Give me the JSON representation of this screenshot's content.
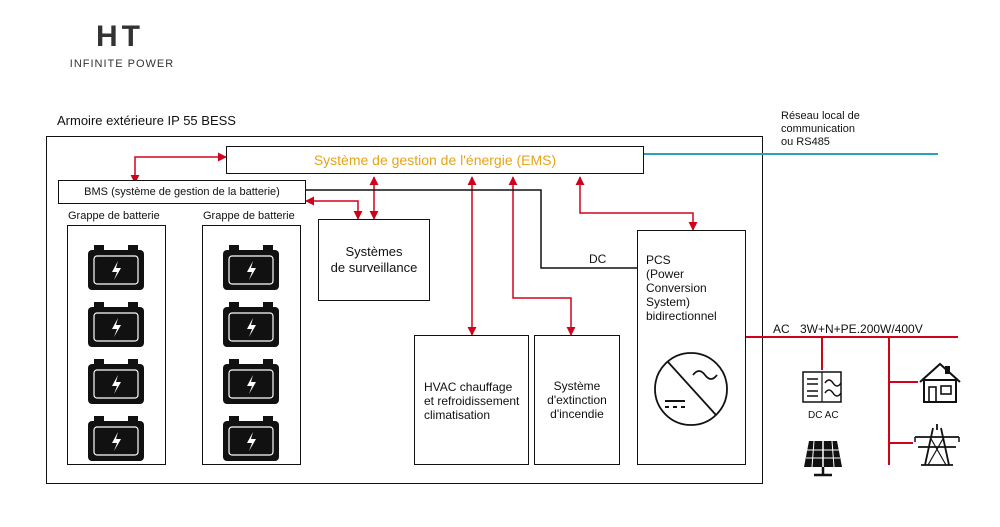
{
  "logo": {
    "mark": "HT",
    "tagline": "INFINITE POWER"
  },
  "cabinet_title": "Armoire extérieure IP 55 BESS",
  "network_label": "Réseau local de\ncommunication\nou RS485",
  "ems_label": "Système de gestion de l'énergie (EMS)",
  "bms_label": "BMS (système de gestion de la batterie)",
  "cluster1_label": "Grappe de batterie",
  "cluster2_label": "Grappe de batterie",
  "surveillance_label": "Systèmes\nde surveillance",
  "hvac_label": "HVAC chauffage\net refroidissement\nclimatisation",
  "fire_label": "Système\nd'extinction\nd'incendie",
  "pcs_label": "PCS\n(Power\nConversion\nSystem)\nbidirectionnel",
  "dc_label": "DC",
  "ac_label": "AC",
  "grid_label": "3W+N+PE.200W/400V",
  "dcac_label": "DC AC",
  "colors": {
    "ems_text": "#e8a317",
    "arrows": "#d0021b",
    "network": "#2aa3b8",
    "lines": "#111111"
  },
  "icons": [
    "battery-icon",
    "inverter-icon",
    "dcac-converter-icon",
    "house-icon",
    "transmission-tower-icon",
    "solar-panel-icon"
  ]
}
